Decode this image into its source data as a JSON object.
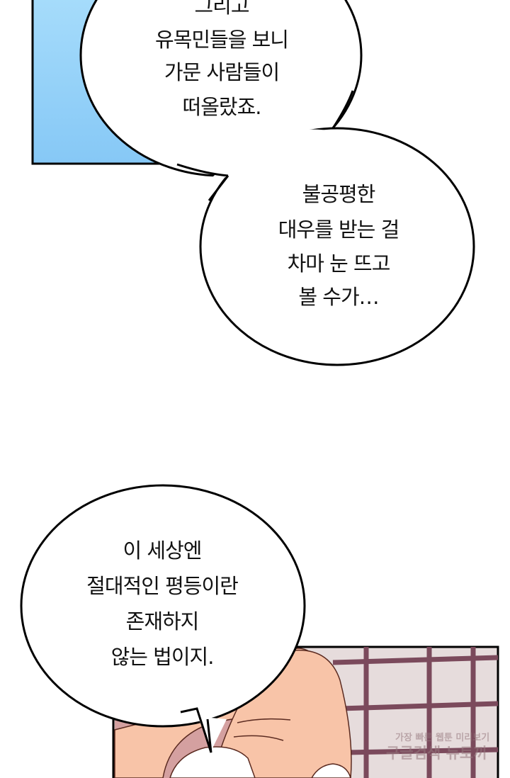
{
  "bubbles": [
    {
      "lines": [
        "그리고",
        "유목민들을 보니",
        "가문 사람들이",
        "떠올랐죠."
      ]
    },
    {
      "lines": [
        "불공평한",
        "대우를 받는 걸",
        "차마 눈 뜨고",
        "볼 수가…"
      ]
    },
    {
      "lines": [
        "이 세상엔",
        "절대적인 평등이란",
        "존재하지",
        "않는 법이지."
      ]
    }
  ],
  "watermark": {
    "line1": "가장 빠른 웹툰 미리보기",
    "line2": "구글검색 뉴토끼"
  },
  "colors": {
    "sky": "#8ecff8",
    "skin": "#f8c4a8",
    "wall": "#e6dcdc",
    "bars": "#7b4a5c",
    "outline": "#000000"
  }
}
